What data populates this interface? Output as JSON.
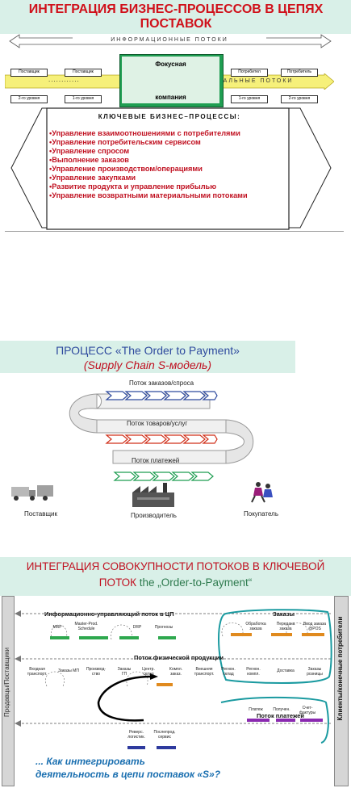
{
  "slide1": {
    "title_line1": "ИНТЕГРАЦИЯ БИЗНЕС-ПРОЦЕССОВ В ЦЕПЯХ",
    "title_line2": "ПОСТАВОК",
    "info_flows": "ИНФОРМАЦИОННЫЕ ПОТОКИ",
    "material_flows": "МАТЕРИАЛЬНЫЕ  ПОТОКИ",
    "focus_top": "Фокусная",
    "focus_bottom": "компания",
    "supplier": "Поставщик",
    "supplier2": "Поставщик",
    "consumer": "Потребител",
    "consumer2": "Потребитель",
    "level2a": "2-го уровня",
    "level1a": "1-го  уровня",
    "level1b": "1-го  уровня",
    "level2b": "2-го уровня",
    "dots": "............",
    "key_processes": "КЛЮЧЕВЫЕ   БИЗНЕС–ПРОЦЕССЫ:",
    "bullets": [
      "•Управление взаимоотношениями с потребителями",
      "•Управление потребительским сервисом",
      "•Управление спросом",
      "•Выполнение заказов",
      "•Управление производством/операциями",
      "•Управление закупками",
      "•Развитие продукта и управление прибылью",
      "•Управление возвратными материальными потоками"
    ]
  },
  "slide2": {
    "title1": "ПРОЦЕСС «The Order to Payment»",
    "title2": "(Supply Chain  S-модель)",
    "flow_orders": "Поток заказов/спроса",
    "flow_goods": "Поток товаров/услуг",
    "flow_payments": "Поток платежей",
    "supplier": "Поставщик",
    "producer": "Производитель",
    "buyer": "Покупатель"
  },
  "slide3": {
    "title1": "ИНТЕГРАЦИЯ СОВОКУПНОСТИ ПОТОКОВ В КЛЮЧЕВОЙ",
    "title2a": "ПОТОК ",
    "title2b": "the „Order-to-Payment“",
    "info_flow": "Информационно-управляющий поток в ЦП",
    "orders": "Заказы",
    "physical_flow": "Поток физической продукции",
    "payments_flow": "Поток платежей",
    "left_side": "Продавцы/Поставщики",
    "right_side": "Клиенты/конечные потребители",
    "question1": "... Как интегрировать",
    "question2": "деятельность в цепи поставок «S»?",
    "mrp": "MRP",
    "master": "Master-Prod. Schedule",
    "drp": "DRP",
    "forecast": "Прогнозы",
    "process_order": "Обработка заказа",
    "transfer_order": "Передача заказа",
    "enter_order": "Ввод заказа @POS",
    "inbound": "Входная транспорт.",
    "orders_mp": "Заказы МП",
    "production": "Производ-ство",
    "orders_g": "Заказы ГП",
    "central": "Центр. склад",
    "compl": "Компл. заказ.",
    "outer": "Внешняя транспорт.",
    "region": "Регион. склад",
    "region_compl": "Регион. компл.",
    "delivery": "Доставка",
    "retail": "Заказы розницы",
    "payment": "Платеж",
    "received": "Получен.",
    "invoice": "Счет-фактуры",
    "reverse": "Реверс. логистик.",
    "after_sales": "Послепрод. сервис"
  },
  "colors": {
    "title_red": "#d0101a",
    "banner_green": "#d9f0e8",
    "accent_blue": "#2e4a9e",
    "accent_teal": "#1a9aa0"
  }
}
